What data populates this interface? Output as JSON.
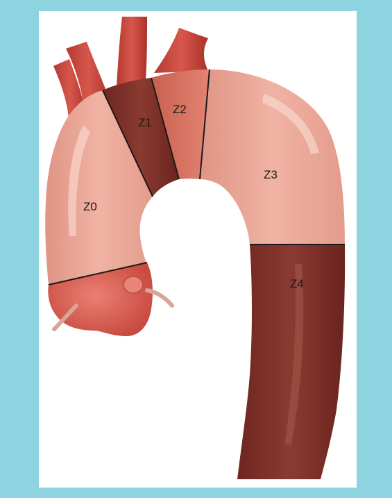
{
  "colors": {
    "frame": "#8dd3e0",
    "panel": "#ffffff",
    "zone_light": "#e8a595",
    "zone_mid": "#d56f5c",
    "zone_dark": "#7a2c24",
    "root": "#d85e52",
    "branch": "#c8453c",
    "boundary_line": "#1a1a1a"
  },
  "zones": [
    {
      "id": "Z0",
      "label": "Z0",
      "shade": "zone_light"
    },
    {
      "id": "Z1",
      "label": "Z1",
      "shade": "zone_dark"
    },
    {
      "id": "Z2",
      "label": "Z2",
      "shade": "zone_mid"
    },
    {
      "id": "Z3",
      "label": "Z3",
      "shade": "zone_light"
    },
    {
      "id": "Z4",
      "label": "Z4",
      "shade": "zone_dark"
    }
  ]
}
